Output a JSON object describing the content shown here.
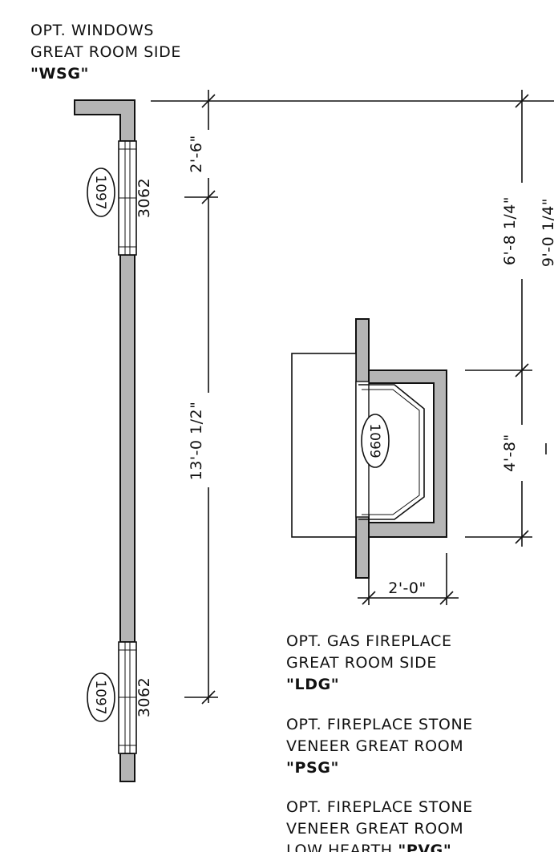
{
  "notes": {
    "windows": {
      "line1": "OPT. WINDOWS",
      "line2": "GREAT ROOM SIDE",
      "code": "\"WSG\""
    },
    "fireplace": {
      "line1": "OPT. GAS FIREPLACE",
      "line2": "GREAT ROOM SIDE",
      "code": "\"LDG\""
    },
    "stone_veneer": {
      "line1": "OPT. FIREPLACE STONE",
      "line2": "VENEER GREAT ROOM",
      "code": "\"PSG\""
    },
    "stone_veneer_low": {
      "line1": "OPT. FIREPLACE STONE",
      "line2": "VENEER GREAT ROOM",
      "line3_text": "LOW HEARTH ",
      "line3_code": "\"PVG\""
    }
  },
  "dimensions": {
    "top_window_offset": "2'-6\"",
    "window_spacing": "13'-0 1/2\"",
    "fireplace_offset": "6'-8 1/4\"",
    "overall_right": "9'-0 1/4\"",
    "fireplace_width": "4'-8\"",
    "fireplace_depth": "2'-0\""
  },
  "tags": {
    "window_top_detail": "1097",
    "window_top_size": "3062",
    "window_bottom_detail": "1097",
    "window_bottom_size": "3062",
    "fireplace_detail": "1099"
  }
}
